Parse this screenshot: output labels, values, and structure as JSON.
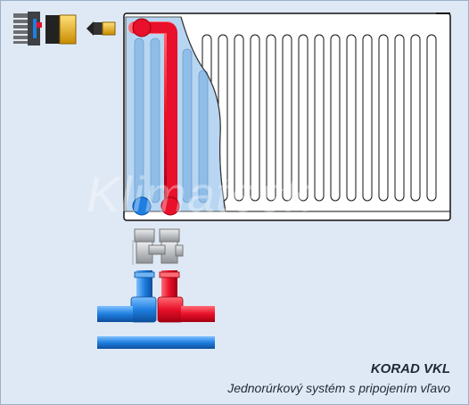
{
  "caption": {
    "title": "KORAD VKL",
    "subtitle": "Jednorúrkový systém s pripojením vľavo"
  },
  "watermark": "Klimatesk",
  "colors": {
    "background": "#dfe9f5",
    "radiator_body": "#ffffff",
    "radiator_outline": "#000000",
    "water_inner": "#a9cdf0",
    "hot_pipe": "#e8102a",
    "cold_pipe": "#1f7fe0",
    "valve_body": "#b9bcc0",
    "insert_yellow": "#f2b81a"
  }
}
